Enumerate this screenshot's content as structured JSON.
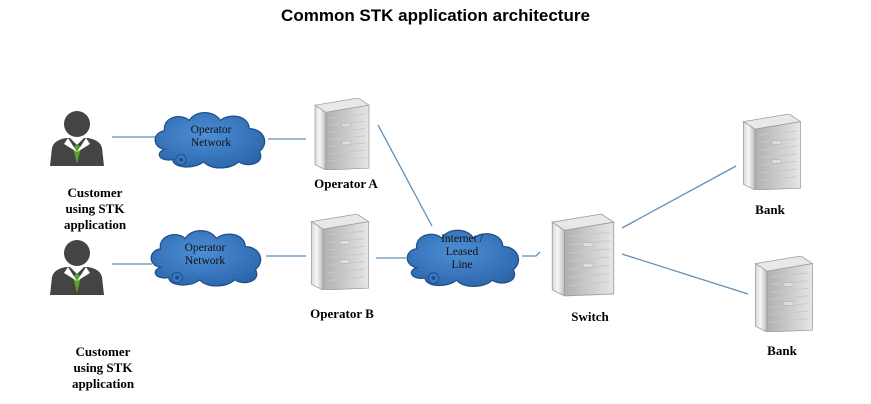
{
  "title": "Common STK application architecture",
  "customers": [
    {
      "label_lines": [
        "Customer",
        "using STK",
        "application"
      ]
    },
    {
      "label_lines": [
        "Customer",
        "using STK",
        "application"
      ]
    }
  ],
  "clouds": {
    "operator_network_a": [
      "Operator",
      "Network"
    ],
    "operator_network_b": [
      "Operator",
      "Network"
    ],
    "internet": [
      "Internet /",
      "Leased",
      "Line"
    ]
  },
  "servers": {
    "operator_a": "Operator A",
    "operator_b": "Operator B",
    "switch": "Switch",
    "bank_1": "Bank",
    "bank_2": "Bank"
  },
  "colors": {
    "link": "#5f8fb8",
    "cloud_fill": "#3a78c2",
    "cloud_stroke": "#1f4f8a",
    "person_body": "#444444",
    "person_tie": "#5aa02c",
    "server_light": "#f2f2f2",
    "server_dark": "#9a9a9a"
  }
}
